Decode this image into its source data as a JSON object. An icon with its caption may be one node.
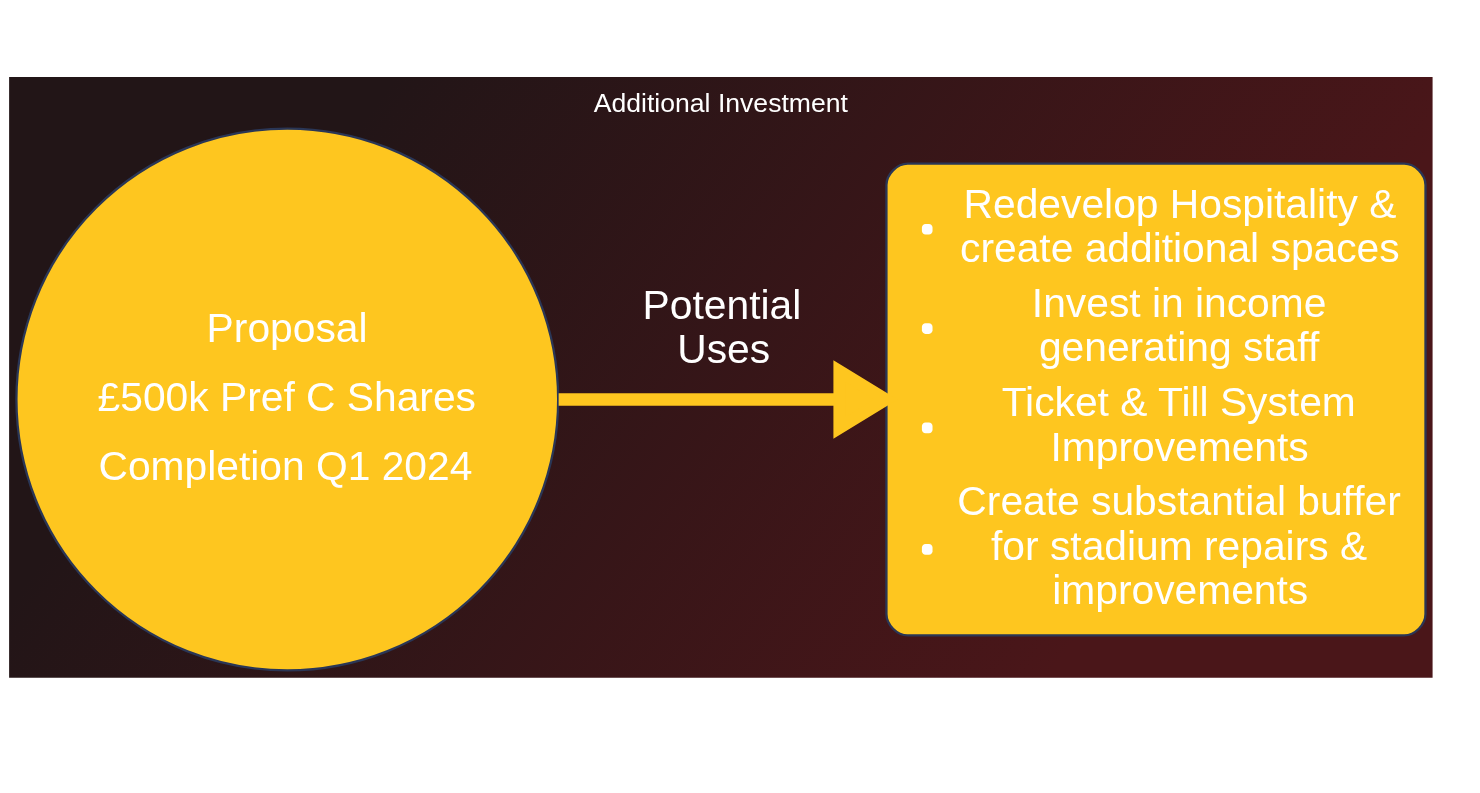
{
  "diagram": {
    "title": "Additional Investment",
    "nodes": [
      {
        "text": [
          "Proposal",
          "£500k Pref C Shares",
          "Completion Q1 2024"
        ]
      },
      {
        "text": [
          "Redevelop Hospitality & create additional spaces",
          "Invest in income generating staff",
          "Ticket & Till System Improvements",
          "Create substantial buffer for stadium repairs & improvements"
        ]
      }
    ],
    "edges": [
      {
        "from": 0,
        "to": 1,
        "arrow": "to",
        "label": "Potential Uses",
        "color": "#fec61f"
      }
    ]
  }
}
